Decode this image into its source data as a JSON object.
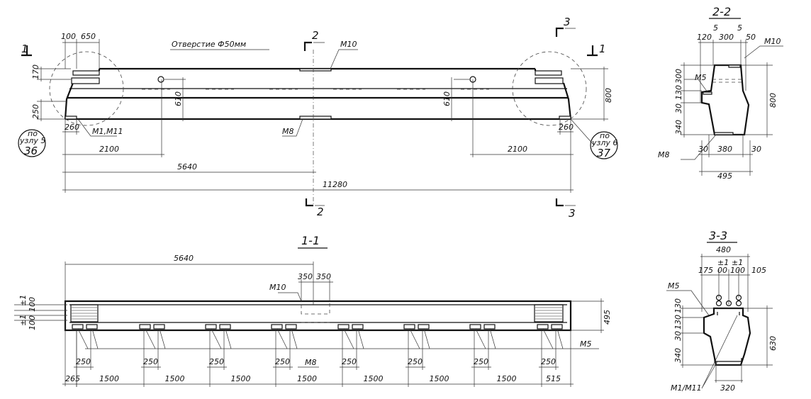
{
  "elevation": {
    "hole_note": "Отверстие Ф50мм",
    "section1_label": "1",
    "section2_label": "2",
    "section3_label": "3",
    "dim_100": "100",
    "dim_650": "650",
    "dim_170": "170",
    "dim_250": "250",
    "dim_610_left": "610",
    "dim_610_right": "610",
    "dim_800": "800",
    "dim_260_left": "260",
    "dim_260_right": "260",
    "dim_2100_left": "2100",
    "dim_2100_right": "2100",
    "dim_5640": "5640",
    "dim_11280": "11280",
    "label_m10": "M10",
    "label_m8": "M8",
    "label_m1m11": "M1,M11",
    "node_left": {
      "top": "по",
      "mid": "узлу 5",
      "num": "36"
    },
    "node_right": {
      "top": "по",
      "mid": "узлу 6",
      "num": "37"
    }
  },
  "section_1_1": {
    "title": "1-1",
    "dim_5640": "5640",
    "dim_350a": "350",
    "dim_350b": "350",
    "label_m10": "M10",
    "label_m8": "M8",
    "label_m5": "M5",
    "dim_495": "495",
    "tol_top": "±1",
    "tol_100_top": "100",
    "tol_bottom": "±1",
    "tol_100_bottom": "100",
    "pitch_250": [
      "250",
      "250",
      "250",
      "250",
      "250",
      "250",
      "250",
      "250"
    ],
    "chain": [
      "265",
      "1500",
      "1500",
      "1500",
      "1500",
      "1500",
      "1500",
      "1500",
      "515"
    ]
  },
  "section_2_2": {
    "title": "2-2",
    "top_dims": [
      "120",
      "5",
      "300",
      "5",
      "50"
    ],
    "left_dims": [
      "300",
      "130",
      "30",
      "340"
    ],
    "dim_800": "800",
    "bottom_dims": [
      "30",
      "380",
      "30"
    ],
    "dim_495": "495",
    "label_m5": "M5",
    "label_m10": "M10",
    "label_m8": "M8"
  },
  "section_3_3": {
    "title": "3-3",
    "dim_480": "480",
    "top_dims": [
      "175",
      "00",
      "100",
      "105"
    ],
    "tols": [
      "±1",
      "±1"
    ],
    "left_dims": [
      "130",
      "130",
      "30",
      "340"
    ],
    "dim_630": "630",
    "dim_320": "320",
    "label_m5": "M5",
    "label_m1m11": "M1/M11"
  }
}
